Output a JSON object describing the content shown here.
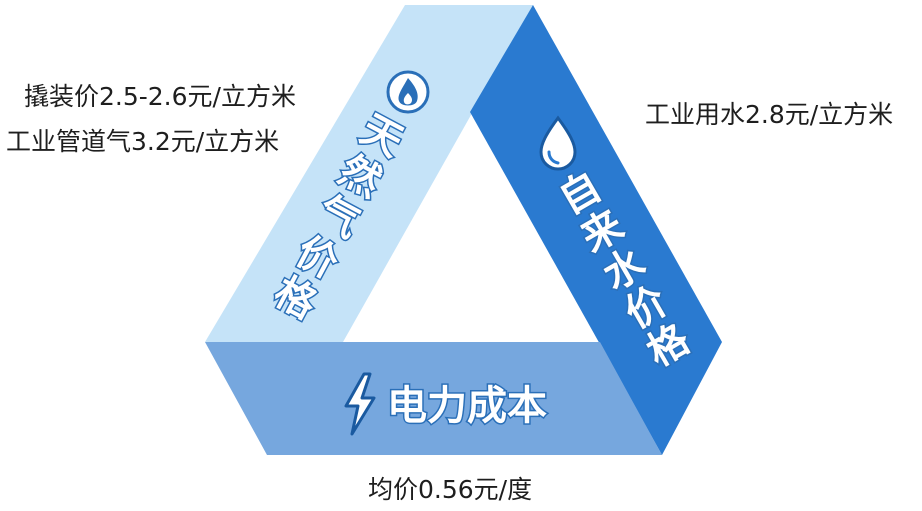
{
  "diagram": {
    "gas": {
      "label_chars": [
        "天",
        "然",
        "气",
        "价",
        "格"
      ],
      "captions": [
        "撬装价2.5-2.6元/立方米",
        "工业管道气3.2元/立方米"
      ],
      "icon": "flame-icon",
      "color": "#c5e3f8"
    },
    "water": {
      "label_chars": [
        "自",
        "来",
        "水",
        "价",
        "格"
      ],
      "caption": "工业用水2.8元/立方米",
      "icon": "water-drop-icon",
      "color": "#2a7ad0"
    },
    "power": {
      "label": "电力成本",
      "caption": "均价0.56元/度",
      "icon": "lightning-icon",
      "color": "#76a7de"
    }
  }
}
